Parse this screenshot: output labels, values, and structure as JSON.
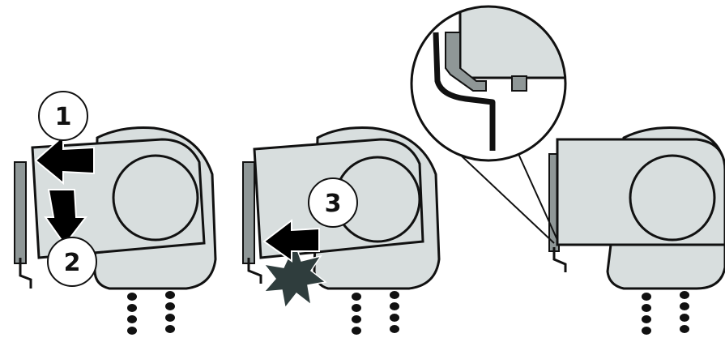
{
  "steps": [
    {
      "number": "1",
      "action": "tilt-left"
    },
    {
      "number": "2",
      "action": "slide-down"
    },
    {
      "number": "3",
      "action": "push-left"
    }
  ],
  "icons": [
    "arrow-icon",
    "impact-burst-icon",
    "magnifier-callout"
  ],
  "colors": {
    "housing": "#d8dede",
    "outline": "#111111",
    "rail": "#8f9797",
    "arrow": "#000000",
    "burst": "#2f3d3d",
    "background": "#ffffff"
  }
}
